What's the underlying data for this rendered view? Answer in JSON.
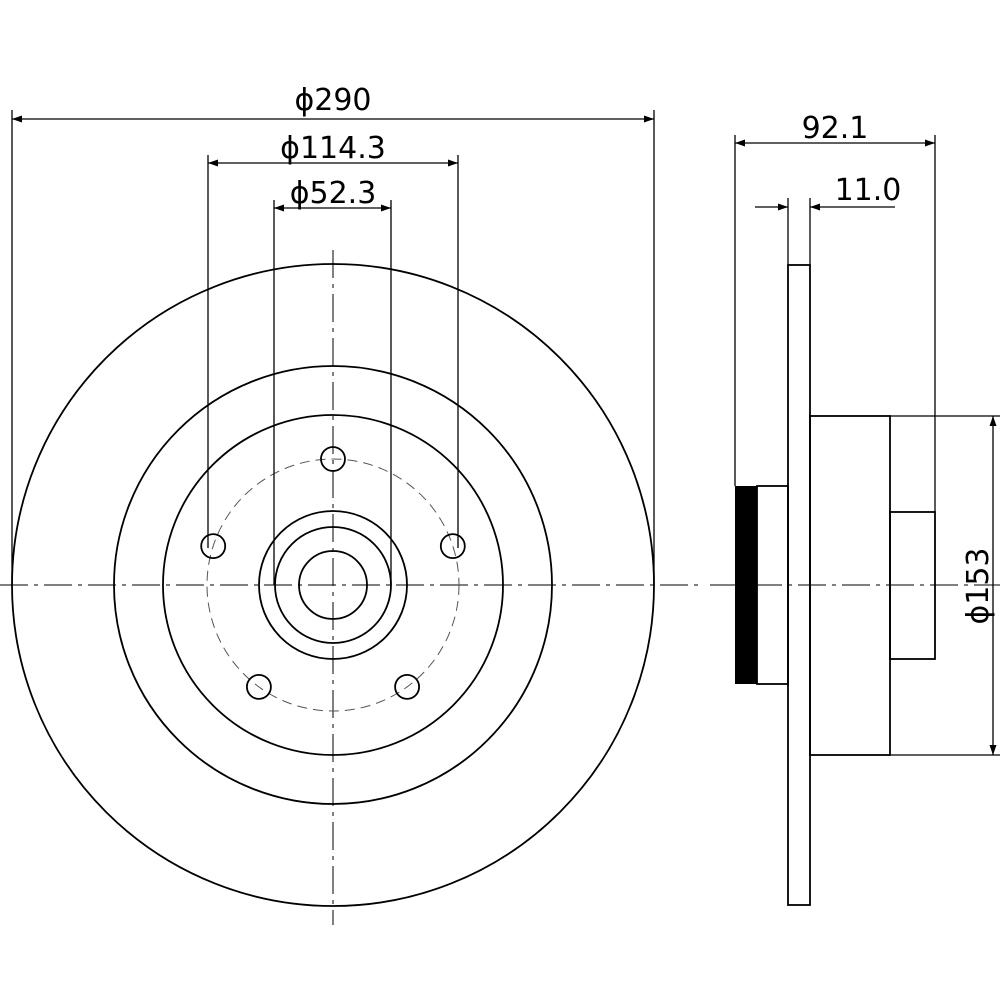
{
  "dimensions": {
    "outer_diameter": "ϕ290",
    "bolt_circle": "ϕ114.3",
    "center_bore": "ϕ52.3",
    "total_height": "92.1",
    "disc_thickness": "11.0",
    "hub_diameter": "ϕ153"
  },
  "hardware": {
    "bolt_holes": 5
  },
  "colors": {
    "line": "#000000",
    "background": "#ffffff"
  }
}
